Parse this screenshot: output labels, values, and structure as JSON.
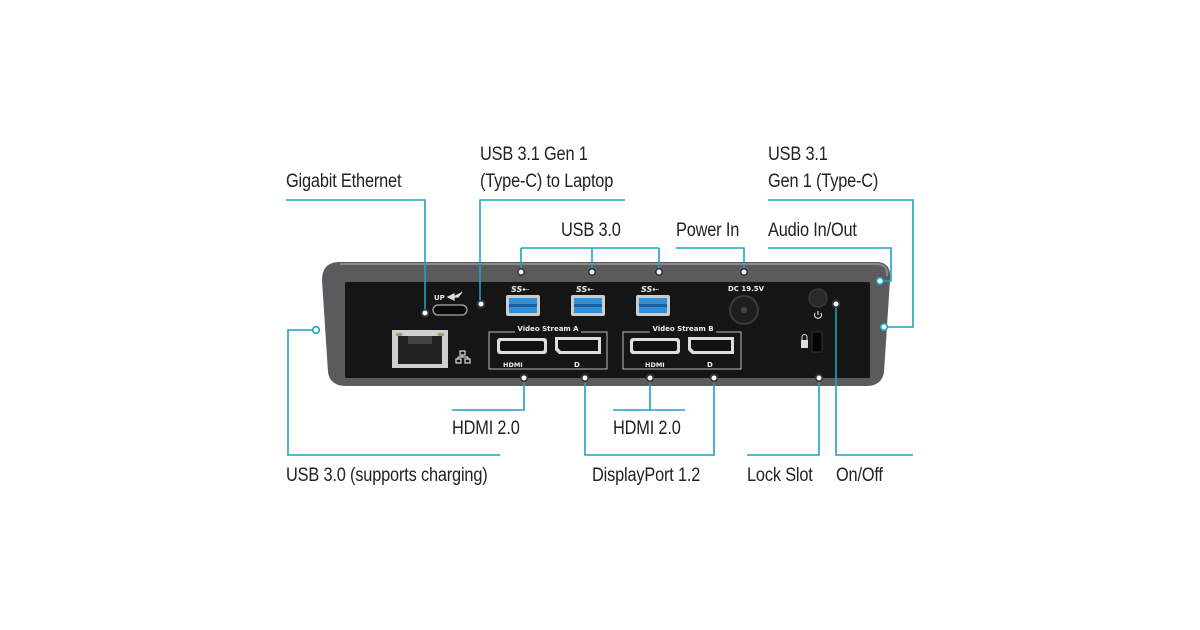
{
  "colors": {
    "callout_line": "#1aa3c4",
    "dock_body": "#5a5a5c",
    "dock_panel": "#141414",
    "usb_blue": "#2f8fd8"
  },
  "callouts": {
    "gigabit_ethernet": "Gigabit Ethernet",
    "usb31_laptop_line1": "USB 3.1 Gen 1",
    "usb31_laptop_line2": "(Type-C) to Laptop",
    "usb30": "USB 3.0",
    "power_in": "Power In",
    "usb31_line1": "USB 3.1",
    "usb31_line2": "Gen 1 (Type-C)",
    "audio": "Audio In/Out",
    "usb30_charging": "USB 3.0 (supports charging)",
    "hdmi_a": "HDMI 2.0",
    "hdmi_b": "HDMI 2.0",
    "displayport": "DisplayPort 1.2",
    "lock_slot": "Lock Slot",
    "on_off": "On/Off"
  },
  "device_labels": {
    "up": "UP",
    "ss": "SS",
    "dc": "DC 19.5V",
    "video_a": "Video Stream A",
    "video_b": "Video Stream B",
    "hdmi": "HDMI",
    "dp": "D"
  },
  "icons": [
    "ethernet-port",
    "network-icon",
    "usb-c-port",
    "usb-a-port",
    "dc-jack",
    "hdmi-port",
    "displayport-port",
    "power-button",
    "lock-slot-icon"
  ]
}
